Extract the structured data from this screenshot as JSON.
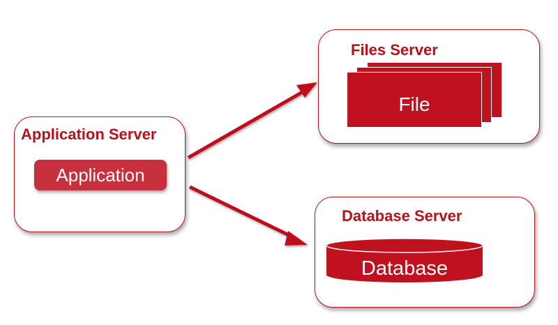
{
  "diagram": {
    "app_server": {
      "title": "Application Server",
      "component": "Application"
    },
    "files_server": {
      "title": "Files Server",
      "component": "File"
    },
    "db_server": {
      "title": "Database Server",
      "component": "Database"
    },
    "connections": [
      {
        "from": "Application Server",
        "to": "Files Server"
      },
      {
        "from": "Application Server",
        "to": "Database Server"
      }
    ],
    "colors": {
      "accent": "#b5121b",
      "fill": "#c0111e",
      "pill": "#c8303e"
    }
  }
}
